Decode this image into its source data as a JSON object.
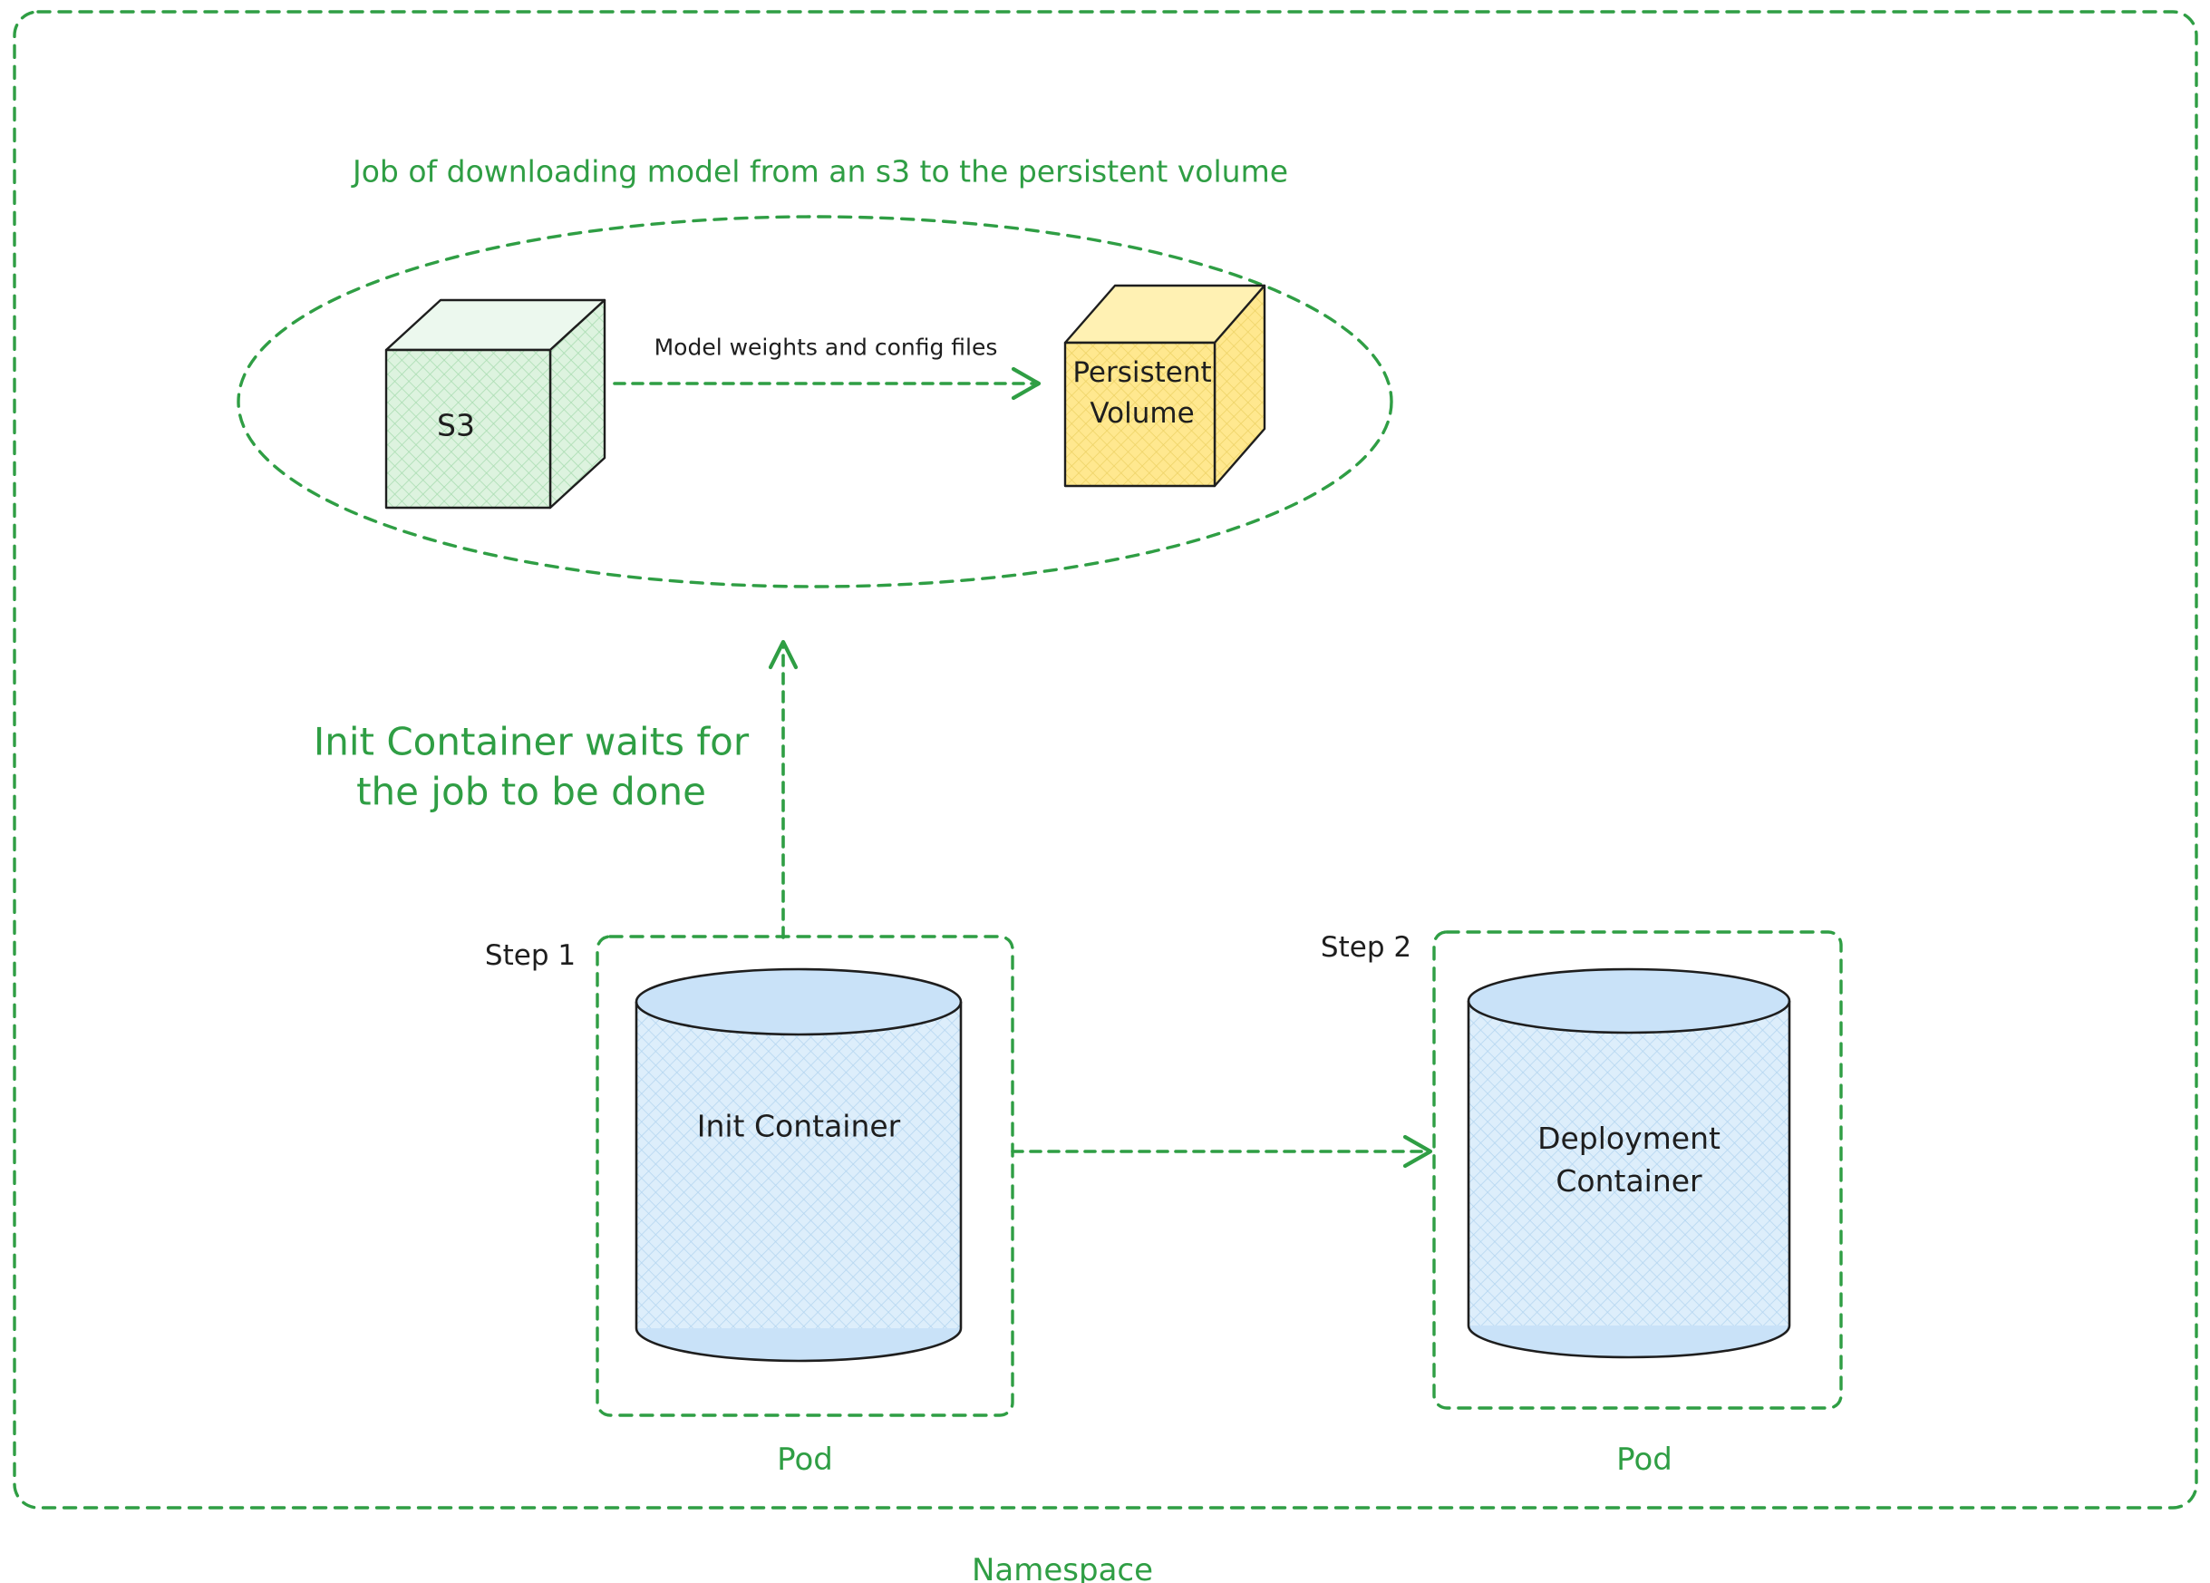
{
  "colors": {
    "accent_green": "#2f9e44",
    "ink_black": "#1e1e1e",
    "s3_fill": "#ddf3df",
    "pv_fill": "#ffe88f",
    "cylinder_fill": "#ddeefb",
    "cylinder_cap_fill": "#c9e2f8",
    "canvas_bg": "#ffffff"
  },
  "namespace": {
    "label": "Namespace"
  },
  "job": {
    "title": "Job of downloading model from an s3 to the persistent volume",
    "s3": {
      "label": "S3"
    },
    "persistent_volume": {
      "label_line1": "Persistent",
      "label_line2": "Volume"
    },
    "transfer_arrow": {
      "label": "Model weights and config files"
    }
  },
  "notes": {
    "init_wait_line1": "Init Container waits for",
    "init_wait_line2": "the job to be done"
  },
  "pod1": {
    "step_label": "Step 1",
    "container_label": "Init Container",
    "pod_label": "Pod"
  },
  "pod2": {
    "step_label": "Step 2",
    "container_label_line1": "Deployment",
    "container_label_line2": "Container",
    "pod_label": "Pod"
  }
}
